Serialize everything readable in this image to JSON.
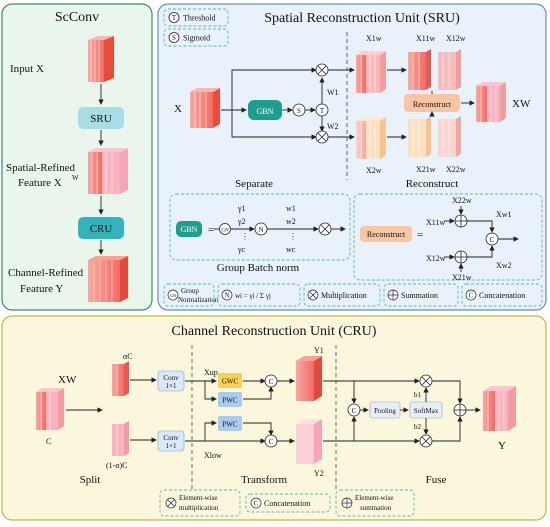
{
  "scconv": {
    "title": "ScConv",
    "input": "Input X",
    "sru_box": "SRU",
    "spatial_refined": [
      "Spatial-Refined",
      "Feature X",
      "W"
    ],
    "cru_box": "CRU",
    "channel_refined": [
      "Channel-Refined",
      "Feature Y"
    ]
  },
  "sru": {
    "title": "Spatial Reconstruction Unit (SRU)",
    "legend_threshold": "Threshold",
    "legend_sigmoid": "Sigmoid",
    "input": "X",
    "gbn": "GBN",
    "s": "S",
    "t": "T",
    "w1": "W1",
    "w2": "W2",
    "x1w": "X1w",
    "x11w": "X11w",
    "x12w": "X12w",
    "x2w": "X2w",
    "x21w": "X21w",
    "x22w": "X22w",
    "reconstruct_box": "Reconstruct",
    "output": "XW",
    "separate": "Separate",
    "reconstruct": "Reconstruct",
    "gbn_eq": "GBN",
    "gn": "GN",
    "n": "N",
    "gamma1": "γ1",
    "gamma2": "γ2",
    "gammac": "γc",
    "wa": "w1",
    "wb": "w2",
    "wc": "wc",
    "group_batch_norm": "Group Batch norm",
    "reconstruct_eq": "Reconstruct",
    "x11": "X11w",
    "x12": "X12w",
    "x21": "X21w",
    "x22": "X22w",
    "xw1": "Xw1",
    "xw2": "Xw2",
    "c": "C"
  },
  "legend": {
    "gn": "GN",
    "group_normalization": [
      "Group",
      "Normalization"
    ],
    "n": "N",
    "weight_formula": "wi = γi / Σ γj",
    "multiplication": "Multiplication",
    "summation": "Summation",
    "concatenation": "Concatenation"
  },
  "cru": {
    "title": "Channel Reconstruction Unit (CRU)",
    "xw": "XW",
    "c_label": "C",
    "alpha_c": "αC",
    "one_minus_alpha_c": "(1-α)C",
    "conv": "Conv",
    "k": "1×1",
    "x_up": "Xup",
    "x_low": "Xlow",
    "gwc": "GWC",
    "pwc": "PWC",
    "y1": "Y1",
    "y2": "Y2",
    "pooling": "Pooling",
    "softmax": "SoftMax",
    "b1": "b1",
    "b2": "b2",
    "y": "Y",
    "split": "Split",
    "transform": "Transform",
    "fuse": "Fuse",
    "elementwise_mult": [
      "Element-wise",
      "multiplication"
    ],
    "concatenation": "Concatenation",
    "elementwise_sum": [
      "Element-wise",
      "summation"
    ]
  }
}
